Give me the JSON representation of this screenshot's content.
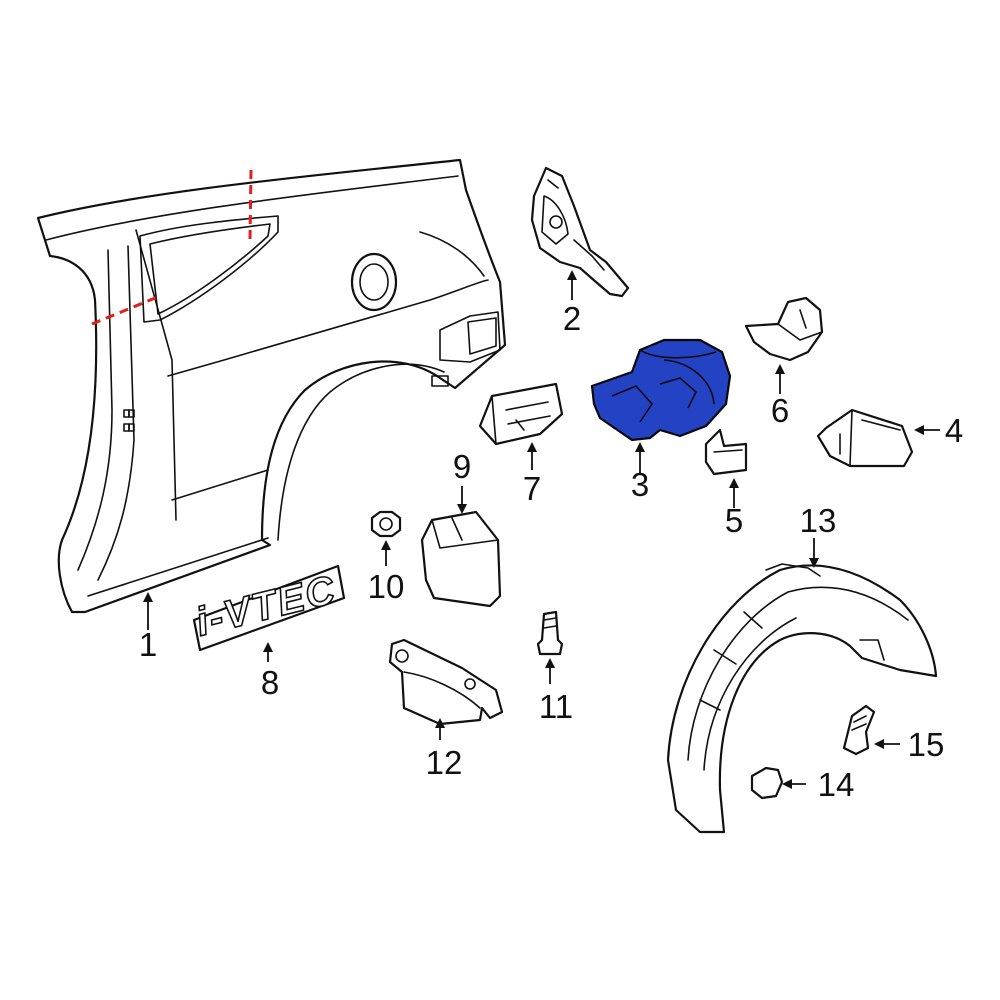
{
  "colors": {
    "highlight_part": "#2342c4",
    "cut_line": "#e0201c",
    "outline": "#111111",
    "background": "#ffffff"
  },
  "emblem": {
    "text": "i-VTEC"
  },
  "callouts": [
    {
      "id": "1",
      "label": "1"
    },
    {
      "id": "2",
      "label": "2"
    },
    {
      "id": "3",
      "label": "3"
    },
    {
      "id": "4",
      "label": "4"
    },
    {
      "id": "5",
      "label": "5"
    },
    {
      "id": "6",
      "label": "6"
    },
    {
      "id": "7",
      "label": "7"
    },
    {
      "id": "8",
      "label": "8"
    },
    {
      "id": "9",
      "label": "9"
    },
    {
      "id": "10",
      "label": "10"
    },
    {
      "id": "11",
      "label": "11"
    },
    {
      "id": "12",
      "label": "12"
    },
    {
      "id": "13",
      "label": "13"
    },
    {
      "id": "14",
      "label": "14"
    },
    {
      "id": "15",
      "label": "15"
    }
  ]
}
